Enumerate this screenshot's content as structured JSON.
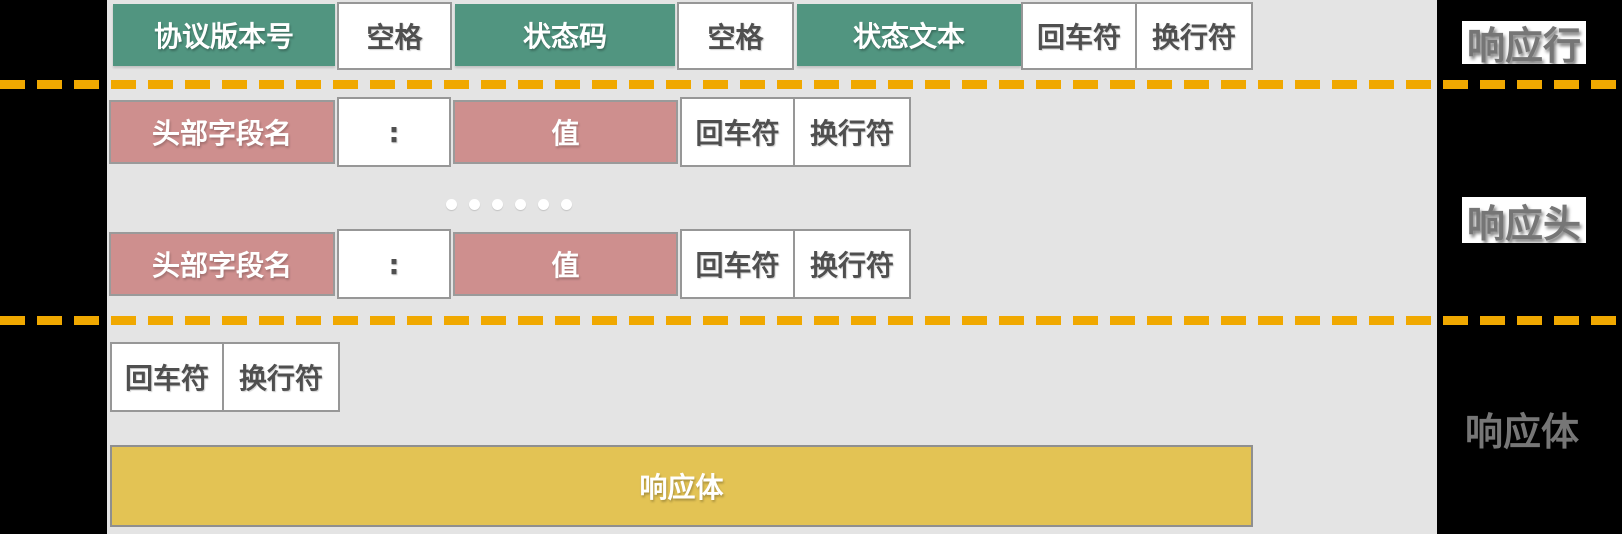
{
  "diagram": {
    "description_colors": {
      "response_line_box": "#519580",
      "header_box": "#CE8F8E",
      "body_box": "#E3C354",
      "separator_dash": "#F0A800",
      "panel_background": "#E4E4E4",
      "plain_box_text": "#4f4f4f",
      "section_label_text": "#767676"
    },
    "response_line": {
      "cells": [
        {
          "label": "协议版本号"
        },
        {
          "label": "空格"
        },
        {
          "label": "状态码"
        },
        {
          "label": "空格"
        },
        {
          "label": "状态文本"
        },
        {
          "label": "回车符"
        },
        {
          "label": "换行符"
        }
      ]
    },
    "header_row": {
      "cells": [
        {
          "label": "头部字段名"
        },
        {
          "label": ":"
        },
        {
          "label": "值"
        },
        {
          "label": "回车符"
        },
        {
          "label": "换行符"
        }
      ]
    },
    "body_section": {
      "crlf_cells": [
        {
          "label": "回车符"
        },
        {
          "label": "换行符"
        }
      ],
      "body_label": "响应体"
    },
    "section_labels": {
      "line": "响应行",
      "headers": "响应头",
      "body": "响应体"
    }
  }
}
